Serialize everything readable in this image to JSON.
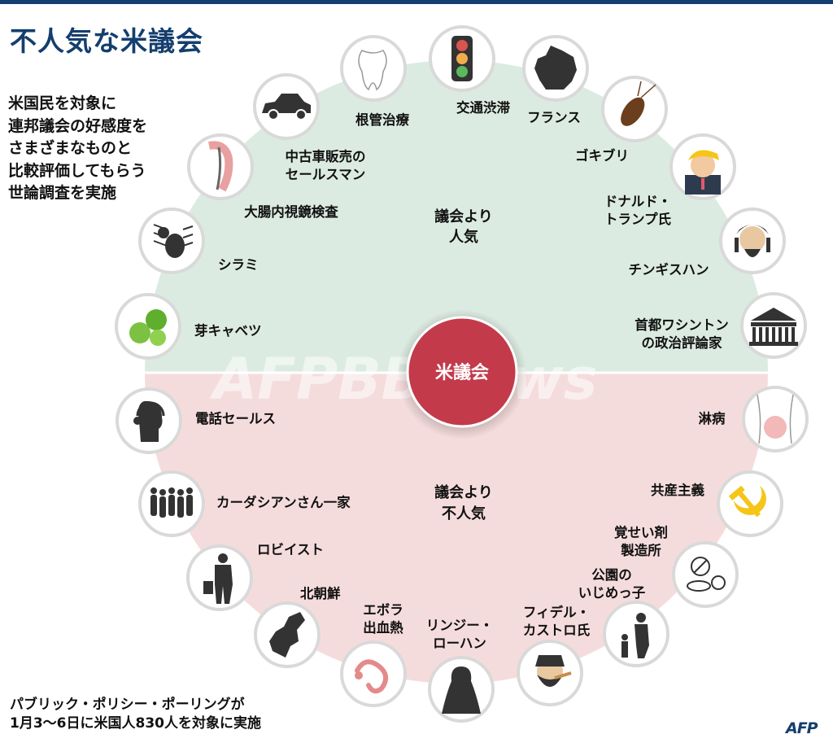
{
  "title": "不人気な米議会",
  "intro": "米国民を対象に\n連邦議会の好感度を\nさまざまなものと\n比較評価してもらう\n世論調査を実施",
  "center_label": "米議会",
  "more_popular_heading": [
    "議会より",
    "人気"
  ],
  "less_popular_heading": [
    "議会より",
    "不人気"
  ],
  "watermark": "AFPBBNews",
  "footnote": "パブリック・ポリシー・ポーリングが\n1月3〜6日に米国人830人を対象に実施",
  "logo": "AFP",
  "colors": {
    "top_half": "#dcebe2",
    "bottom_half": "#f5dcdc",
    "center_circle": "#c33a4a",
    "title": "#143e6e",
    "icon_border": "#d9d9d9",
    "icon_dark": "#333333"
  },
  "more_popular": [
    {
      "label": [
        "交通渋滞"
      ],
      "icon": "traffic-light-icon"
    },
    {
      "label": [
        "フランス"
      ],
      "icon": "france-map-icon"
    },
    {
      "label": [
        "ゴキブリ"
      ],
      "icon": "cockroach-icon"
    },
    {
      "label": [
        "ドナルド・",
        "トランプ氏"
      ],
      "icon": "donald-trump-icon"
    },
    {
      "label": [
        "チンギスハン"
      ],
      "icon": "genghis-khan-icon"
    },
    {
      "label": [
        "首都ワシントン",
        "の政治評論家"
      ],
      "icon": "white-house-icon"
    },
    {
      "label": [
        "根管治療"
      ],
      "icon": "tooth-icon"
    },
    {
      "label": [
        "中古車販売の",
        "セールスマン"
      ],
      "icon": "car-icon"
    },
    {
      "label": [
        "大腸内視鏡検査"
      ],
      "icon": "colonoscopy-icon"
    },
    {
      "label": [
        "シラミ"
      ],
      "icon": "louse-icon"
    },
    {
      "label": [
        "芽キャベツ"
      ],
      "icon": "brussels-sprouts-icon"
    }
  ],
  "less_popular": [
    {
      "label": [
        "淋病"
      ],
      "icon": "abdomen-icon"
    },
    {
      "label": [
        "共産主義"
      ],
      "icon": "hammer-sickle-icon"
    },
    {
      "label": [
        "覚せい剤",
        "製造所"
      ],
      "icon": "pills-icon"
    },
    {
      "label": [
        "公園の",
        "いじめっ子"
      ],
      "icon": "bully-icon"
    },
    {
      "label": [
        "フィデル・",
        "カストロ氏"
      ],
      "icon": "fidel-castro-icon"
    },
    {
      "label": [
        "リンジー・",
        "ローハン"
      ],
      "icon": "woman-silhouette-icon"
    },
    {
      "label": [
        "エボラ",
        "出血熱"
      ],
      "icon": "ebola-virus-icon"
    },
    {
      "label": [
        "北朝鮮"
      ],
      "icon": "north-korea-map-icon"
    },
    {
      "label": [
        "ロビイスト"
      ],
      "icon": "lobbyist-icon"
    },
    {
      "label": [
        "カーダシアンさん一家"
      ],
      "icon": "family-group-icon"
    },
    {
      "label": [
        "電話セールス"
      ],
      "icon": "telemarketer-icon"
    }
  ]
}
